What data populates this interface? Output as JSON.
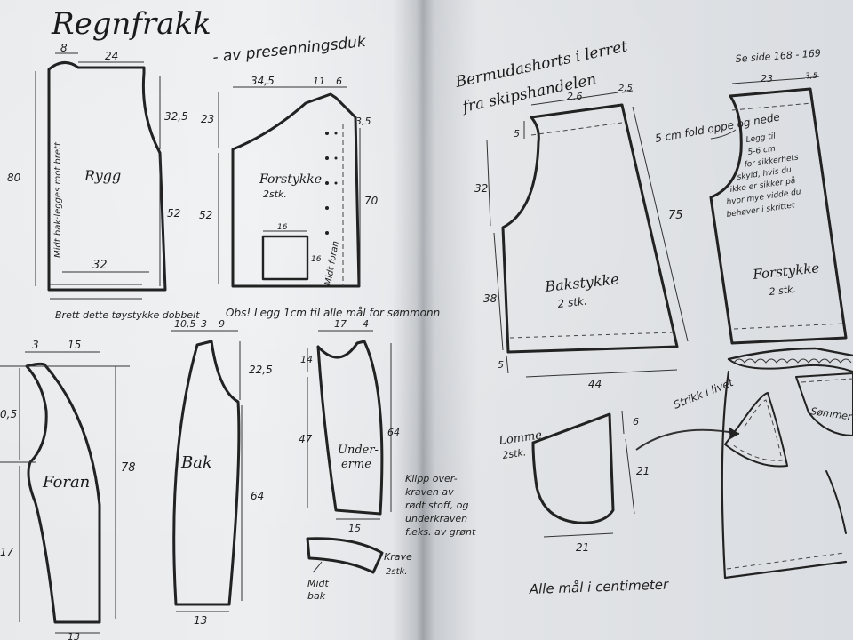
{
  "left_page": {
    "title": "Regnfrakk",
    "subtitle": "- av presenningsduk",
    "rygg": {
      "label": "Rygg",
      "top_left": "8",
      "top_width": "24",
      "side_top": "32,5",
      "side_bottom": "52",
      "height": "80",
      "bottom": "32",
      "fold_label": "Midt bak·legges mot brett"
    },
    "fold_note": "Brett dette tøystykke dobbelt",
    "forstykke": {
      "label": "Forstykke",
      "count": "2stk.",
      "top_width": "34,5",
      "top_mid": "11",
      "top_right": "6",
      "left_top": "23",
      "left_bottom": "52",
      "right": "70",
      "right_top": "3,5",
      "pocket_width": "16",
      "pocket_height": "16",
      "front_label": "Midt foran"
    },
    "obs_note": "Obs! Legg 1cm til alle mål for sømmonn",
    "foran": {
      "label": "Foran",
      "top_a": "3",
      "top_b": "15",
      "left_a": "0,5",
      "left_b": "17",
      "right": "78",
      "bottom": "13"
    },
    "bak": {
      "label": "Bak",
      "top_a": "10,5",
      "top_b": "3",
      "top_c": "9",
      "right_top": "22,5",
      "right_bottom": "64",
      "bottom": "13"
    },
    "underarm": {
      "label": "Under-",
      "label2": "erme",
      "top_a": "17",
      "top_b": "4",
      "left_a": "14",
      "left_b": "47",
      "right": "64",
      "bottom": "15"
    },
    "clip_note": [
      "Klipp over-",
      "kraven av",
      "rødt stoff, og",
      "underkraven",
      "f.eks. av grønt"
    ],
    "krave": {
      "label": "Krave",
      "count": "2stk.",
      "mid_label": "Midt",
      "mid_label2": "bak"
    }
  },
  "right_page": {
    "title_line1": "Bermudashorts i lerret",
    "title_line2": "fra skipshandelen",
    "see_note": "Se side 168 - 169",
    "bakstykke": {
      "label": "Bakstykke",
      "count": "2 stk.",
      "top": "2,6",
      "top_b": "2,5",
      "left_top": "5",
      "left_mid": "32",
      "left_bottom": "38",
      "left_foot": "5",
      "right": "75",
      "bottom": "44"
    },
    "forstykke": {
      "label": "Forstykke",
      "count": "2 stk.",
      "top": "23",
      "top_b": "3,5",
      "fold_note": "5 cm fold oppe og nede",
      "note": [
        "Legg til",
        "5-6 cm",
        "for sikkerhets",
        "skyld, hvis du",
        "ikke er sikker på",
        "hvor mye vidde du",
        "behøver i skrittet"
      ]
    },
    "lomme": {
      "label": "Lomme",
      "count": "2stk.",
      "top": "6",
      "side": "21",
      "bottom": "21"
    },
    "strikk_note": "Strikk i livet",
    "somm_note": "Sømmer",
    "footer": "Alle mål i centimeter"
  }
}
